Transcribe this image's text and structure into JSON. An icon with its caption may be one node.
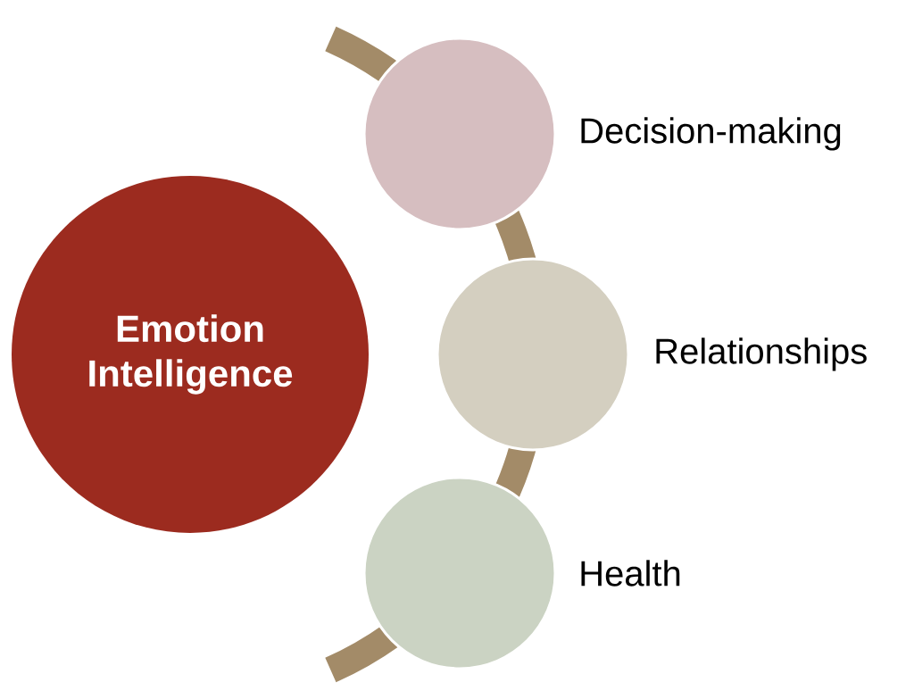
{
  "diagram": {
    "nodes": [
      {
        "text": [
          "Emotion Intelligence"
        ]
      },
      {
        "text": [],
        "shape": "circle",
        "beside": [
          "Decision-making"
        ]
      },
      {
        "text": [],
        "shape": "circle",
        "beside": [
          "Relationships"
        ]
      },
      {
        "text": [],
        "shape": "circle",
        "beside": [
          "Health"
        ]
      }
    ]
  }
}
